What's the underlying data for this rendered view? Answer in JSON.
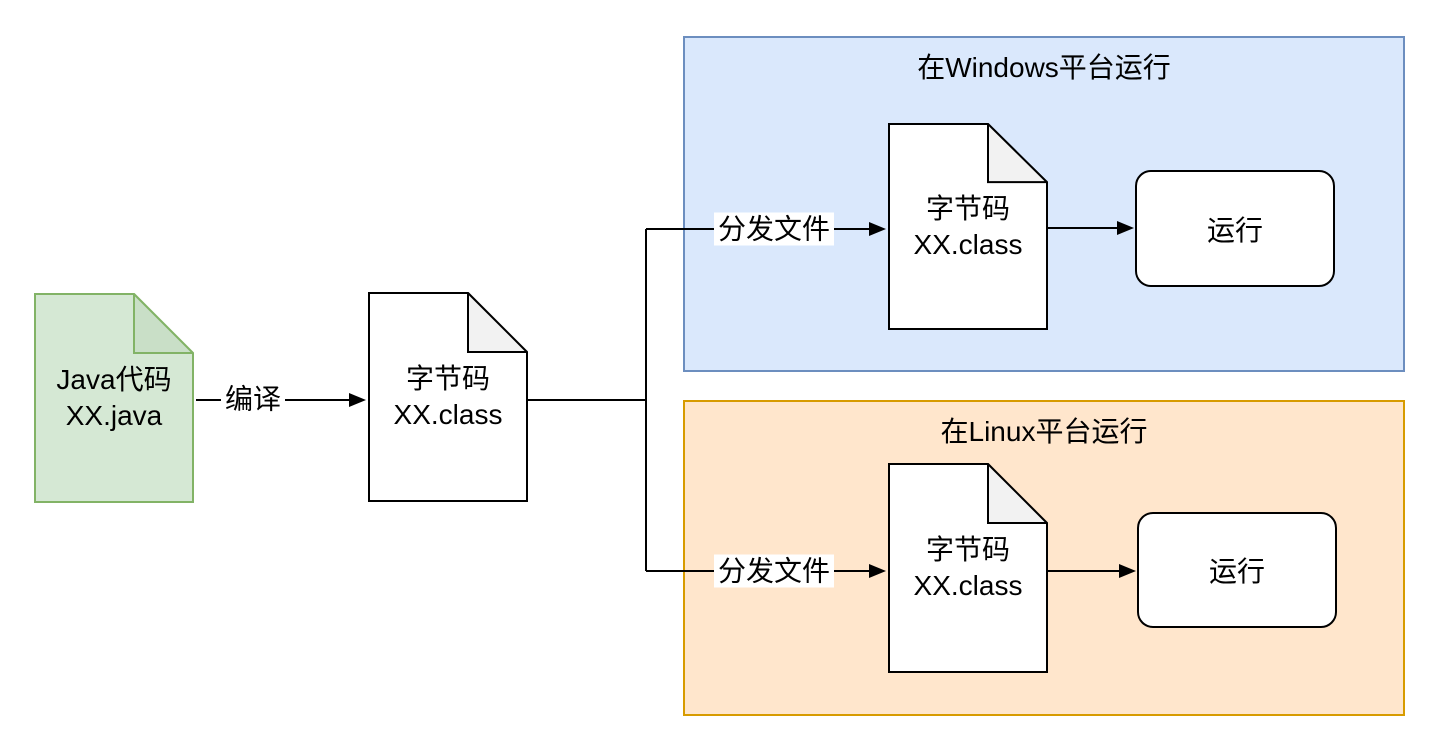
{
  "colors": {
    "canvas_bg": "#ffffff",
    "source_doc_fill": "#d5e8d4",
    "source_doc_stroke": "#82b366",
    "source_doc_fold": "#c9dfc7",
    "bytecode_doc_fill": "#ffffff",
    "bytecode_doc_stroke": "#000000",
    "bytecode_doc_fold": "#f2f2f2",
    "windows_container_fill": "#dae8fc",
    "windows_container_stroke": "#6c8ebf",
    "linux_container_fill": "#ffe6cc",
    "linux_container_stroke": "#d79b00",
    "connector": "#000000",
    "text": "#000000"
  },
  "nodes": {
    "java_source": {
      "line1": "Java代码",
      "line2": "XX.java"
    },
    "bytecode": {
      "line1": "字节码",
      "line2": "XX.class"
    }
  },
  "edges": {
    "compile": "编译",
    "distribute_windows": "分发文件",
    "distribute_linux": "分发文件"
  },
  "windows": {
    "title": "在Windows平台运行",
    "doc": {
      "line1": "字节码",
      "line2": "XX.class"
    },
    "run": "运行"
  },
  "linux": {
    "title": "在Linux平台运行",
    "doc": {
      "line1": "字节码",
      "line2": "XX.class"
    },
    "run": "运行"
  }
}
